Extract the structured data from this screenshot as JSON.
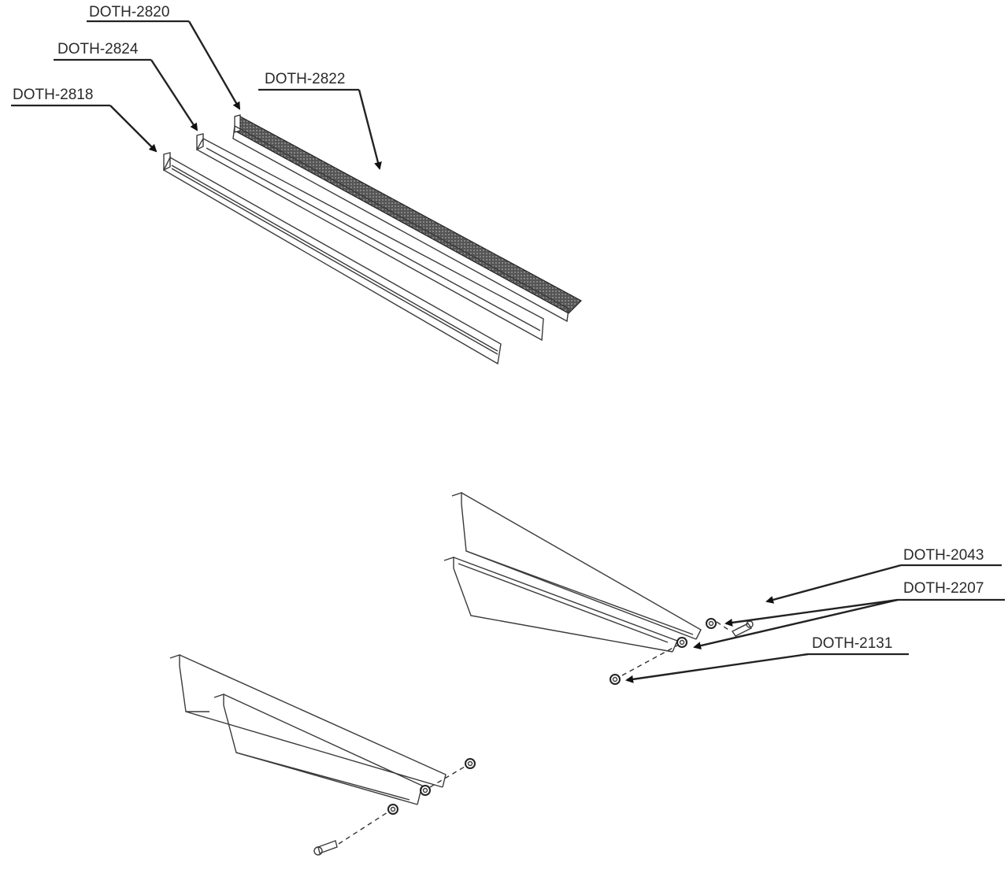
{
  "labels": {
    "doth_2820": "DOTH-2820",
    "doth_2824": "DOTH-2824",
    "doth_2822": "DOTH-2822",
    "doth_2818": "DOTH-2818",
    "doth_2043": "DOTH-2043",
    "doth_2207": "DOTH-2207",
    "doth_2131": "DOTH-2131"
  }
}
